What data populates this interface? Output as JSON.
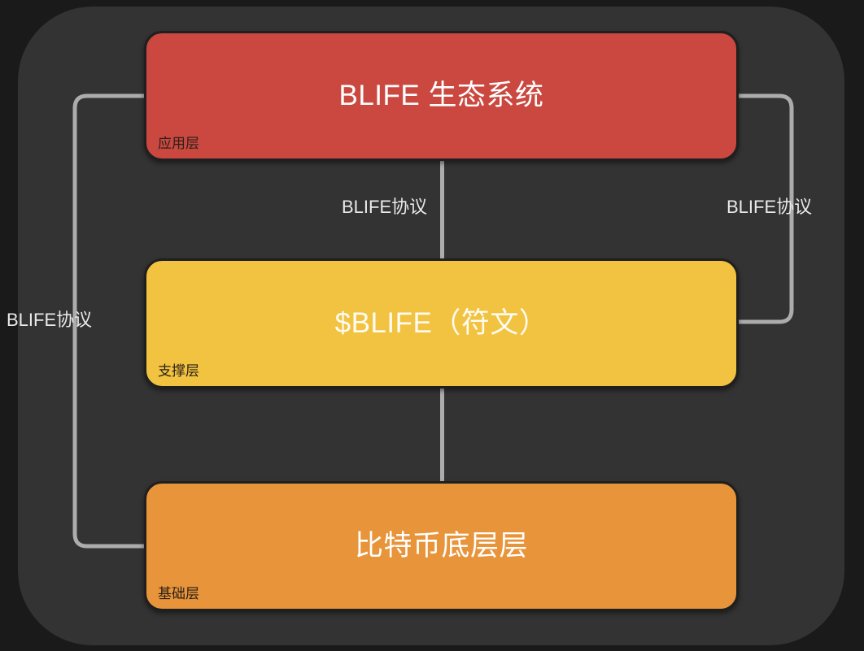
{
  "diagram": {
    "type": "layered-architecture",
    "background_color": "#1a1a1a",
    "panel_color": "#333333",
    "connector_color": "#acacac",
    "layers": [
      {
        "id": "application",
        "title": "BLIFE 生态系统",
        "tag": "应用层",
        "color": "#ca4840",
        "title_color": "#ffffff",
        "tag_color": "#2a2118"
      },
      {
        "id": "support",
        "title": "$BLIFE（符文）",
        "tag": "支撑层",
        "color": "#f2c340",
        "title_color": "#fdfbf2",
        "tag_color": "#2a2118"
      },
      {
        "id": "foundation",
        "title": "比特币底层层",
        "tag": "基础层",
        "color": "#e8943a",
        "title_color": "#ffffff",
        "tag_color": "#2a2118"
      }
    ],
    "edges": [
      {
        "id": "center",
        "label": "BLIFE协议",
        "from": "application",
        "to": "support",
        "route": "vertical-center"
      },
      {
        "id": "right",
        "label": "BLIFE协议",
        "from": "application",
        "to": "support",
        "route": "right-elbow"
      },
      {
        "id": "left",
        "label": "BLIFE协议",
        "from": "application",
        "to": "foundation",
        "route": "left-elbow"
      }
    ]
  }
}
